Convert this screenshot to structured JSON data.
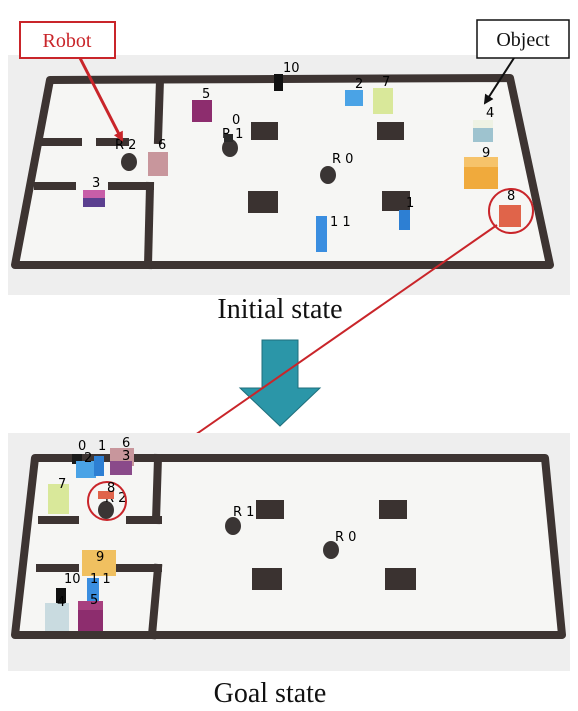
{
  "callouts": {
    "robot": "Robot",
    "object": "Object"
  },
  "captions": {
    "initial": "Initial state",
    "goal": "Goal state"
  },
  "colors": {
    "wall": "#3d3432",
    "floor": "#f6f6f4",
    "backdrop": "#eeeeee",
    "callout_red": "#c9252a",
    "arrow_teal": "#2b96a8",
    "robot_body": "#3a3534"
  },
  "initial_state": {
    "robots": [
      {
        "label": "R 2"
      },
      {
        "label": "R 1"
      },
      {
        "label": "R 0"
      }
    ],
    "objects": [
      {
        "label": "3",
        "color": "#8a4a8a"
      },
      {
        "label": "6",
        "color": "#c8969c"
      },
      {
        "label": "5",
        "color": "#8d2d6e"
      },
      {
        "label": "0",
        "color": "#2a2a2a"
      },
      {
        "label": "10",
        "color": "#111111"
      },
      {
        "label": "2",
        "color": "#4aa3e6"
      },
      {
        "label": "7",
        "color": "#d9e89a"
      },
      {
        "label": "4",
        "color": "#c9dbe0"
      },
      {
        "label": "9",
        "color": "#f0aa3c"
      },
      {
        "label": "8",
        "color": "#e0644a"
      },
      {
        "label": "1",
        "color": "#2d7fd3"
      },
      {
        "label": "1 1",
        "color": "#3a8ee0"
      }
    ]
  },
  "goal_state": {
    "robots": [
      {
        "label": "R 2"
      },
      {
        "label": "R 1"
      },
      {
        "label": "R 0"
      }
    ],
    "objects": [
      {
        "label": "0",
        "color": "#1a1a1a"
      },
      {
        "label": "2",
        "color": "#4aa3e6"
      },
      {
        "label": "1",
        "color": "#2d7fd3"
      },
      {
        "label": "6",
        "color": "#c8969c"
      },
      {
        "label": "3",
        "color": "#8a4a8a"
      },
      {
        "label": "7",
        "color": "#d9e89a"
      },
      {
        "label": "8",
        "color": "#e0644a"
      },
      {
        "label": "9",
        "color": "#f0c060"
      },
      {
        "label": "10",
        "color": "#111111"
      },
      {
        "label": "1 1",
        "color": "#3a8ee0"
      },
      {
        "label": "4",
        "color": "#c9dbe0"
      },
      {
        "label": "5",
        "color": "#8d2d6e"
      }
    ]
  }
}
